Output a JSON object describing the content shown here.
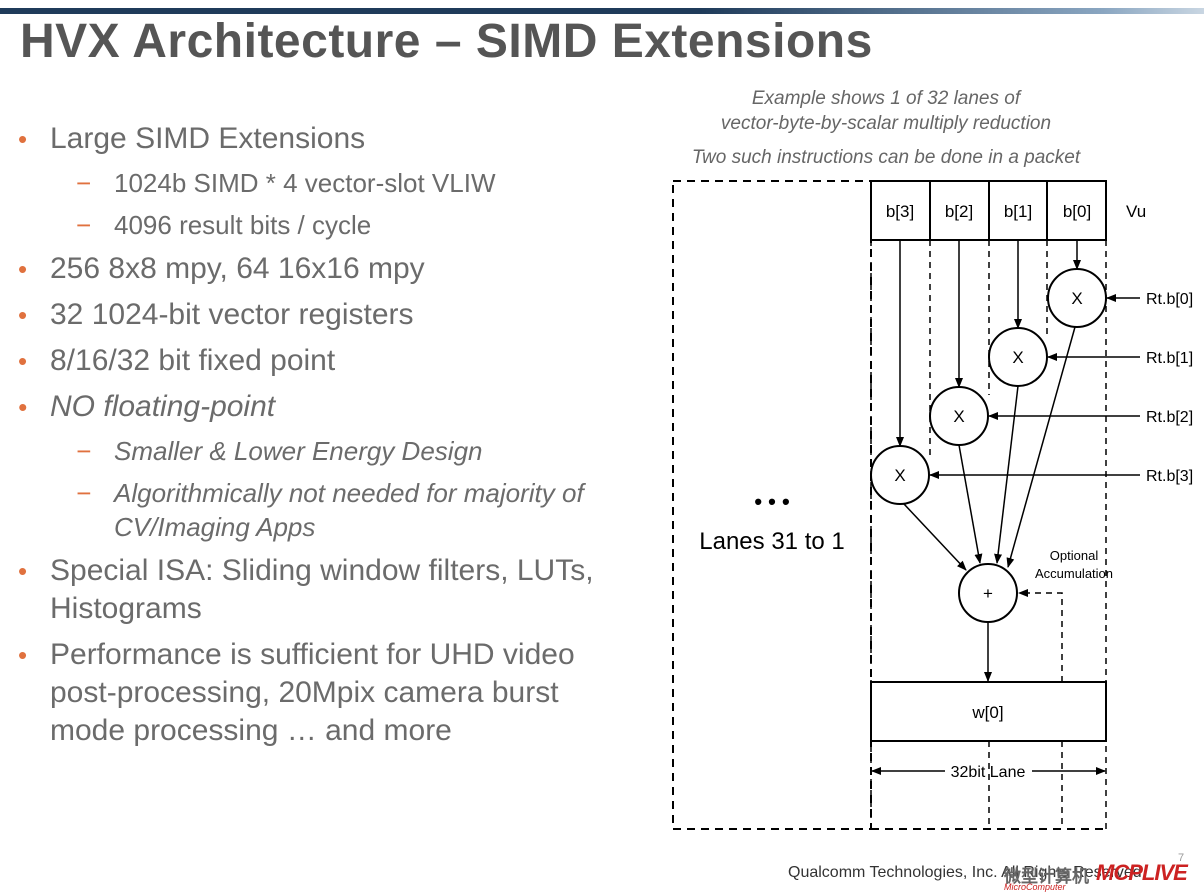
{
  "colors": {
    "accent": "#e0713e",
    "topbar_dark": "#1f3b5a",
    "topbar_light": "#8aa6c1",
    "title": "#555555",
    "text": "#6b6b6b"
  },
  "title": "HVX Architecture – SIMD Extensions",
  "bullets": [
    {
      "text": "Large SIMD Extensions",
      "italic": false,
      "sub": [
        {
          "text": "1024b SIMD * 4 vector-slot VLIW",
          "italic": false
        },
        {
          "text": "4096 result bits / cycle",
          "italic": false
        }
      ]
    },
    {
      "text": "256 8x8 mpy, 64 16x16 mpy",
      "italic": false,
      "sub": []
    },
    {
      "text": "32 1024-bit vector registers",
      "italic": false,
      "sub": []
    },
    {
      "text": "8/16/32 bit fixed point",
      "italic": false,
      "sub": []
    },
    {
      "text": "NO floating-point",
      "italic": true,
      "sub": [
        {
          "text": "Smaller & Lower Energy Design",
          "italic": true
        },
        {
          "text": "Algorithmically not needed for majority of CV/Imaging Apps",
          "italic": true
        }
      ]
    },
    {
      "text": "Special ISA: Sliding window filters, LUTs, Histograms",
      "italic": false,
      "sub": []
    },
    {
      "text": "Performance is sufficient for UHD video post-processing, 20Mpix camera burst mode processing … and more",
      "italic": false,
      "sub": []
    }
  ],
  "bullet_glyph": "•",
  "dash_glyph": "−",
  "diagram": {
    "caption_line1": "Example shows 1 of 32 lanes of",
    "caption_line2": "vector-byte-by-scalar multiply reduction",
    "caption_line3": "Two such instructions can be done in a packet",
    "vu_cells": [
      "b[3]",
      "b[2]",
      "b[1]",
      "b[0]"
    ],
    "vu_label": "Vu",
    "multiply_symbol": "X",
    "rt_labels": [
      "Rt.b[0]",
      "Rt.b[1]",
      "Rt.b[2]",
      "Rt.b[3]"
    ],
    "adder_symbol": "+",
    "optional_line1": "Optional",
    "optional_line2": "Accumulation",
    "output_label": "w[0]",
    "lane_width_label": "32bit Lane",
    "lanes_dots": "• • •",
    "lanes_label": "Lanes 31 to 1"
  },
  "footer": "Qualcomm Technologies, Inc. All Rights Reserved",
  "page_number": "7",
  "watermark": {
    "cn": "微型计算机",
    "en": "MicroComputer",
    "brand": "MCPLIVE"
  }
}
